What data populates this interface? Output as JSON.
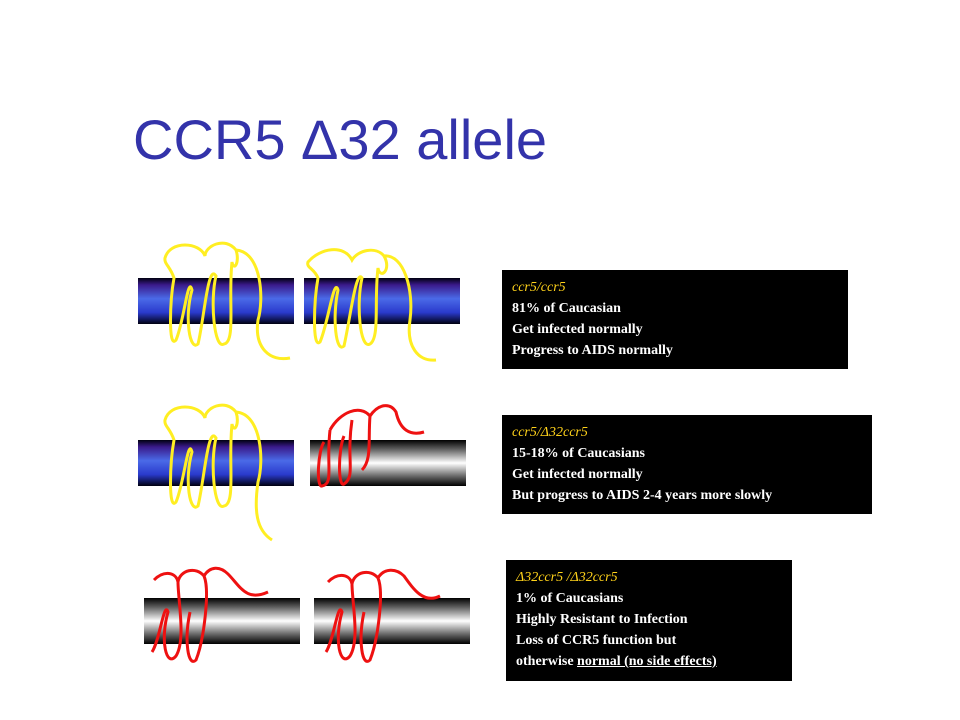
{
  "slide": {
    "title": "CCR5 Δ32 allele",
    "colors": {
      "title": "#3333aa",
      "normal_receptor": "#ffee22",
      "mutant_receptor": "#ee1111",
      "box_bg": "#000000",
      "box_text": "#ffffff",
      "genotype_text": "#ffd21a"
    }
  },
  "rows": [
    {
      "genotype": "ccr5/ccr5",
      "lines": [
        "81% of Caucasian",
        "Get infected normally",
        "Progress to AIDS normally"
      ],
      "receptors": [
        "normal",
        "normal"
      ]
    },
    {
      "genotype": "ccr5/Δ32ccr5",
      "lines": [
        "15-18% of Caucasians",
        "Get infected normally",
        "But progress to AIDS 2-4 years more slowly"
      ],
      "receptors": [
        "normal",
        "mutant"
      ]
    },
    {
      "genotype": "Δ32ccr5 /Δ32ccr5",
      "lines": [
        "1% of Caucasians",
        "Highly Resistant to Infection",
        "Loss of CCR5 function but"
      ],
      "last_line_prefix": "otherwise ",
      "last_line_underlined": "normal (no side effects)",
      "receptors": [
        "mutant",
        "mutant"
      ]
    }
  ]
}
